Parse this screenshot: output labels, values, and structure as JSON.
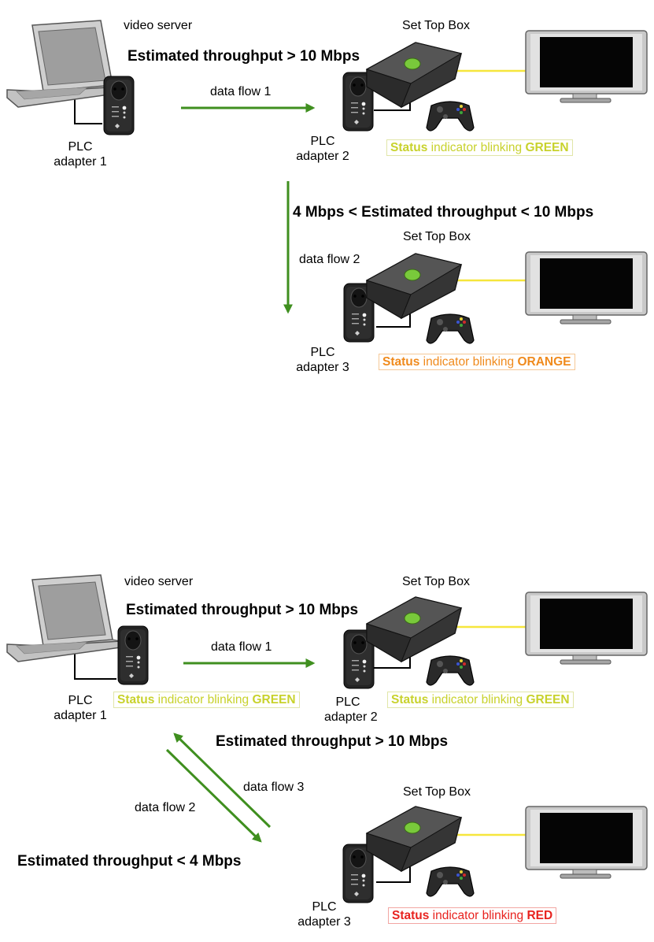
{
  "scenario_top": {
    "video_server": "video server",
    "stb_a": "Set Top Box",
    "stb_b": "Set Top Box",
    "plc1": [
      "PLC",
      "adapter 1"
    ],
    "plc2": [
      "PLC",
      "adapter 2"
    ],
    "plc3": [
      "PLC",
      "adapter 3"
    ],
    "throughput_1": "Estimated throughput > 10 Mbps",
    "throughput_2": "4 Mbps < Estimated throughput < 10 Mbps",
    "flow_1": "data flow 1",
    "flow_2": "data flow 2",
    "status_2": {
      "lead": "Status",
      "mid": " indicator blinking ",
      "color_word": "GREEN"
    },
    "status_3": {
      "lead": "Status",
      "mid": " indicator blinking ",
      "color_word": "ORANGE"
    }
  },
  "scenario_bottom": {
    "video_server": "video server",
    "stb_a": "Set Top Box",
    "stb_b": "Set Top Box",
    "plc1": [
      "PLC",
      "adapter 1"
    ],
    "plc2": [
      "PLC",
      "adapter 2"
    ],
    "plc3": [
      "PLC",
      "adapter 3"
    ],
    "throughput_1": "Estimated throughput > 10 Mbps",
    "throughput_3": "Estimated throughput > 10 Mbps",
    "throughput_2": "Estimated throughput < 4 Mbps",
    "flow_1": "data flow 1",
    "flow_2": "data flow 2",
    "flow_3": "data flow 3",
    "status_1": {
      "lead": "Status",
      "mid": " indicator blinking ",
      "color_word": "GREEN"
    },
    "status_2": {
      "lead": "Status",
      "mid": " indicator blinking ",
      "color_word": "GREEN"
    },
    "status_3": {
      "lead": "Status",
      "mid": " indicator blinking ",
      "color_word": "RED"
    }
  },
  "colors": {
    "arrow": "#3f8f1f",
    "cable_video": "#f6e63c",
    "status_green": "#c8d22c",
    "status_orange": "#f08a1c",
    "status_red": "#e8231f"
  },
  "icons": [
    "laptop-icon",
    "plc-adapter-icon",
    "set-top-box-icon",
    "gamepad-icon",
    "tv-icon"
  ]
}
